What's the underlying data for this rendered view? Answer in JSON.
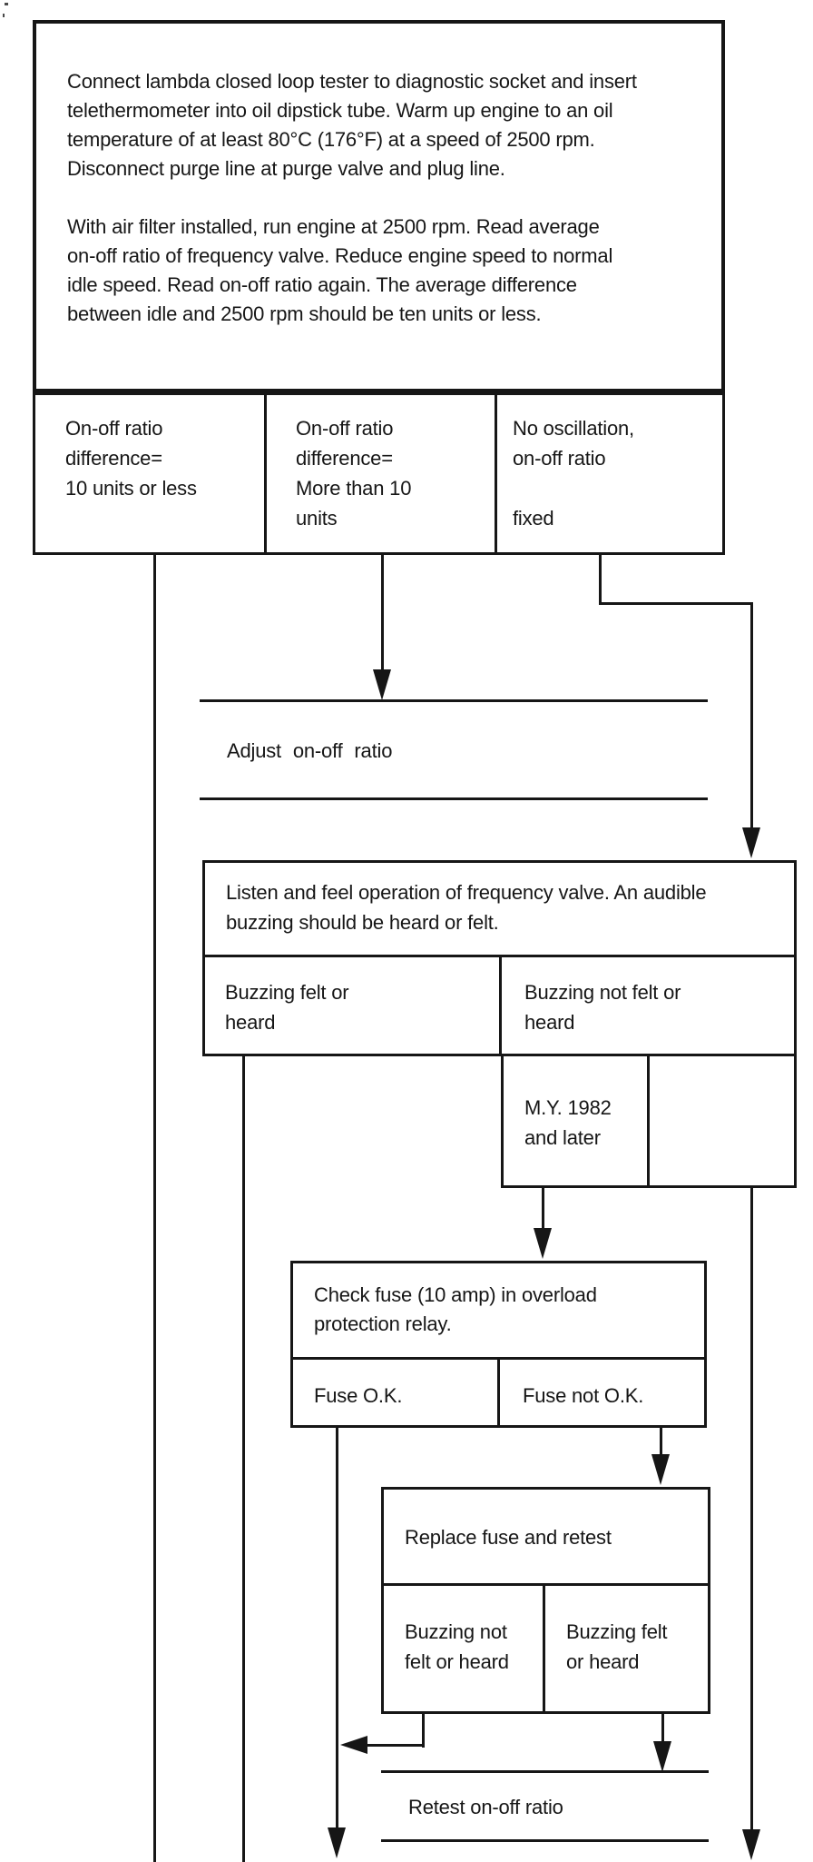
{
  "colors": {
    "ink": "#161616",
    "paper": "#ffffff"
  },
  "start_box": {
    "text": "Connect lambda closed loop tester to diagnostic socket and insert\ntelethermometer into oil dipstick tube. Warm up engine to an oil\ntemperature of at least 80°C (176°F) at a speed of 2500 rpm.\nDisconnect purge line at purge valve and plug line.\n\nWith air filter installed, run engine at 2500 rpm. Read average\non-off ratio of frequency valve. Reduce engine speed to normal\nidle speed. Read on-off ratio again. The average difference\nbetween idle and 2500 rpm should be ten units or less."
  },
  "outcomes_row": {
    "cells": [
      {
        "text": "On-off ratio\ndifference=\n10 units or less"
      },
      {
        "text": "On-off ratio\ndifference=\nMore than 10\nunits"
      },
      {
        "text": "No oscillation,\non-off ratio\n\nfixed"
      }
    ]
  },
  "adjust_box": {
    "label": "Adjust  on-off  ratio"
  },
  "listen_box": {
    "text": "Listen and feel operation of frequency valve. An audible\nbuzzing should be heard or felt.",
    "left_cell": "Buzzing felt or\nheard",
    "right_cell": "Buzzing not felt or\nheard"
  },
  "model_year_cell": {
    "text": "M.Y. 1982\nand later"
  },
  "check_fuse_box": {
    "text": "Check fuse (10 amp) in overload\nprotection relay.",
    "left_cell": "Fuse O.K.",
    "right_cell": "Fuse not O.K."
  },
  "replace_fuse_box": {
    "title": "Replace fuse and retest",
    "left_cell": "Buzzing not\nfelt or heard",
    "right_cell": "Buzzing felt\nor heard"
  },
  "retest_box": {
    "label": "Retest on-off ratio"
  }
}
